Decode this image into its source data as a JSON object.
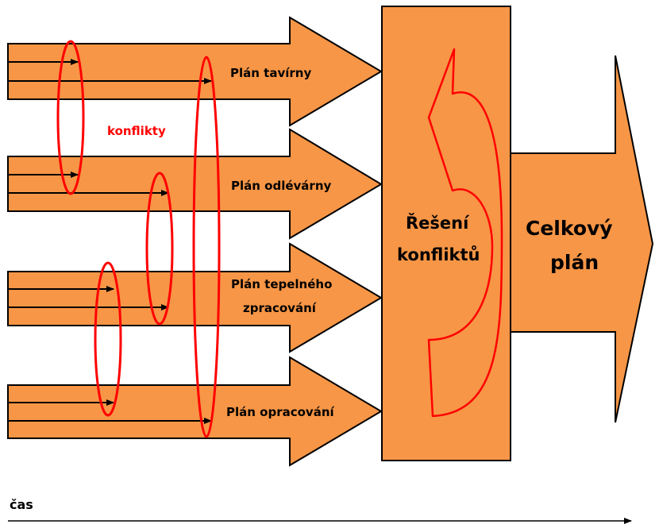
{
  "diagram": {
    "plans": [
      {
        "label": "Plán tavírny"
      },
      {
        "label_line1": "Plán odlévárny"
      },
      {
        "label_line1": "Plán tepelného",
        "label_line2": "zpracování"
      },
      {
        "label_line1": "Plán opracování"
      }
    ],
    "conflicts_label": "konflikty",
    "resolution_line1": "Řešení",
    "resolution_line2": "konfliktů",
    "overall_line1": "Celkový",
    "overall_line2": "plán",
    "time_label": "čas",
    "colors": {
      "fill": "#f79646",
      "stroke": "#000000",
      "conflict": "#ff0000"
    }
  }
}
